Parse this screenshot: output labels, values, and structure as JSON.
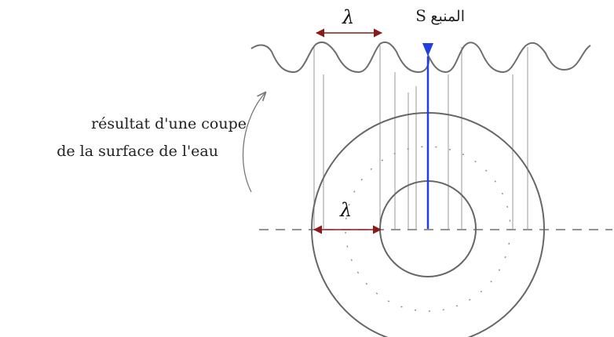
{
  "labels": {
    "wavelength_top": "λ",
    "wavelength_bottom": "λ",
    "source_arabic": "المنبع",
    "source_letter": "S",
    "caption_line1": "résultat d'une coupe",
    "caption_line2": "de la surface de l'eau"
  },
  "colors": {
    "source": "#1f3fe0",
    "wavelength_arrow": "#8b1a1a",
    "lines": "#6e6e6e",
    "guides": "#9a9a9a"
  }
}
